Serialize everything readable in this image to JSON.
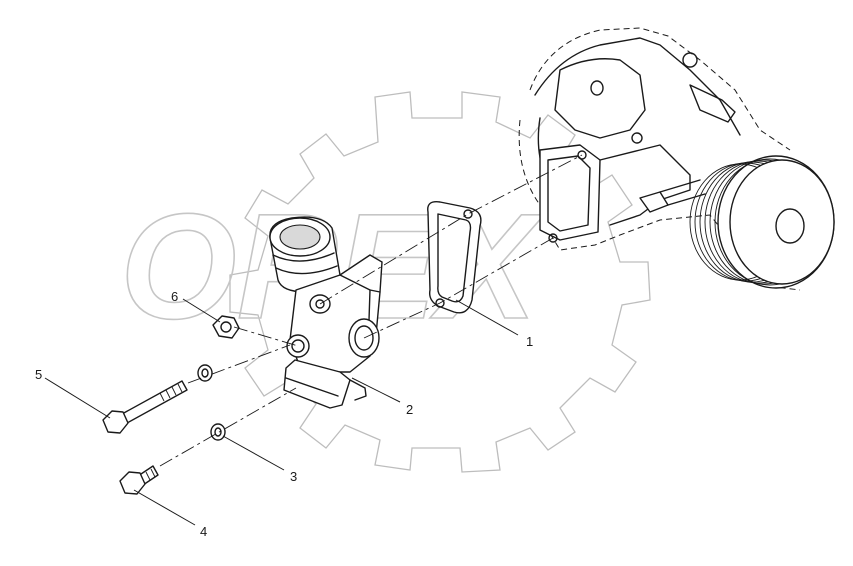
{
  "watermark": {
    "text": "OPEX"
  },
  "callouts": [
    {
      "id": "1",
      "label": "1"
    },
    {
      "id": "2",
      "label": "2"
    },
    {
      "id": "3",
      "label": "3"
    },
    {
      "id": "4",
      "label": "4"
    },
    {
      "id": "5",
      "label": "5"
    },
    {
      "id": "6",
      "label": "6"
    }
  ],
  "colors": {
    "line": "#1a1a1a",
    "watermark": "#c6c6c6",
    "background": "#ffffff"
  }
}
